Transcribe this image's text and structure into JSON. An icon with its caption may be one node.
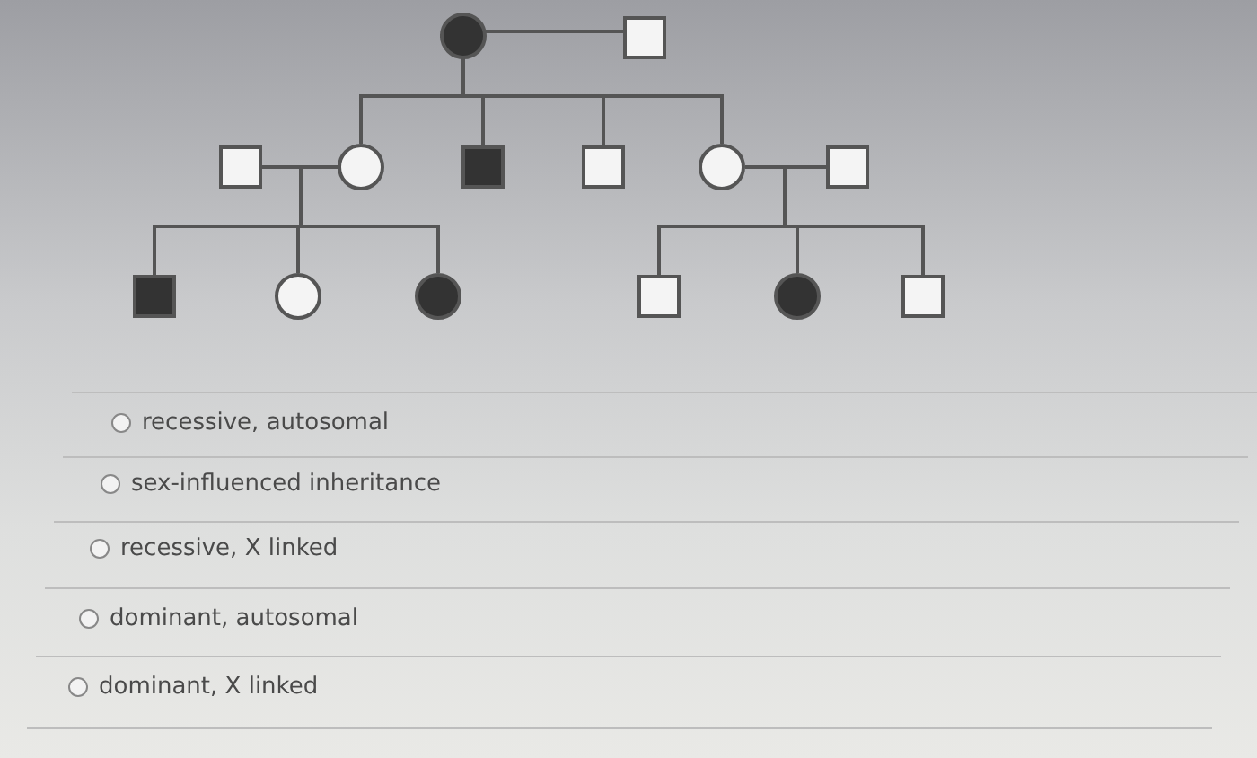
{
  "diagram": {
    "nodes": [
      {
        "text": [],
        "shape": "circle"
      },
      {
        "text": [],
        "shape": "box"
      },
      {
        "text": [],
        "shape": "box"
      },
      {
        "text": [],
        "shape": "circle"
      },
      {
        "text": [],
        "shape": "box"
      },
      {
        "text": [],
        "shape": "box"
      },
      {
        "text": [],
        "shape": "circle"
      },
      {
        "text": [],
        "shape": "box"
      },
      {
        "text": [],
        "shape": "box"
      },
      {
        "text": [],
        "shape": "circle"
      },
      {
        "text": [],
        "shape": "circle"
      },
      {
        "text": [],
        "shape": "box"
      },
      {
        "text": [],
        "shape": "circle"
      },
      {
        "text": [],
        "shape": "box"
      }
    ],
    "edges": [
      {
        "from": 0,
        "to": 1,
        "arrow": "none"
      },
      {
        "from": 0,
        "to": 3,
        "arrow": "none"
      },
      {
        "from": 0,
        "to": 4,
        "arrow": "none"
      },
      {
        "from": 0,
        "to": 5,
        "arrow": "none"
      },
      {
        "from": 0,
        "to": 6,
        "arrow": "none"
      },
      {
        "from": 2,
        "to": 3,
        "arrow": "none"
      },
      {
        "from": 3,
        "to": 8,
        "arrow": "none"
      },
      {
        "from": 3,
        "to": 9,
        "arrow": "none"
      },
      {
        "from": 3,
        "to": 10,
        "arrow": "none"
      },
      {
        "from": 6,
        "to": 7,
        "arrow": "none"
      },
      {
        "from": 6,
        "to": 11,
        "arrow": "none"
      },
      {
        "from": 6,
        "to": 12,
        "arrow": "none"
      },
      {
        "from": 6,
        "to": 13,
        "arrow": "none"
      }
    ],
    "labels": [
      "recessive, autosomal",
      "sex-influenced inheritance",
      "recessive, X linked",
      "dominant, autosomal",
      "dominant, X linked"
    ]
  }
}
